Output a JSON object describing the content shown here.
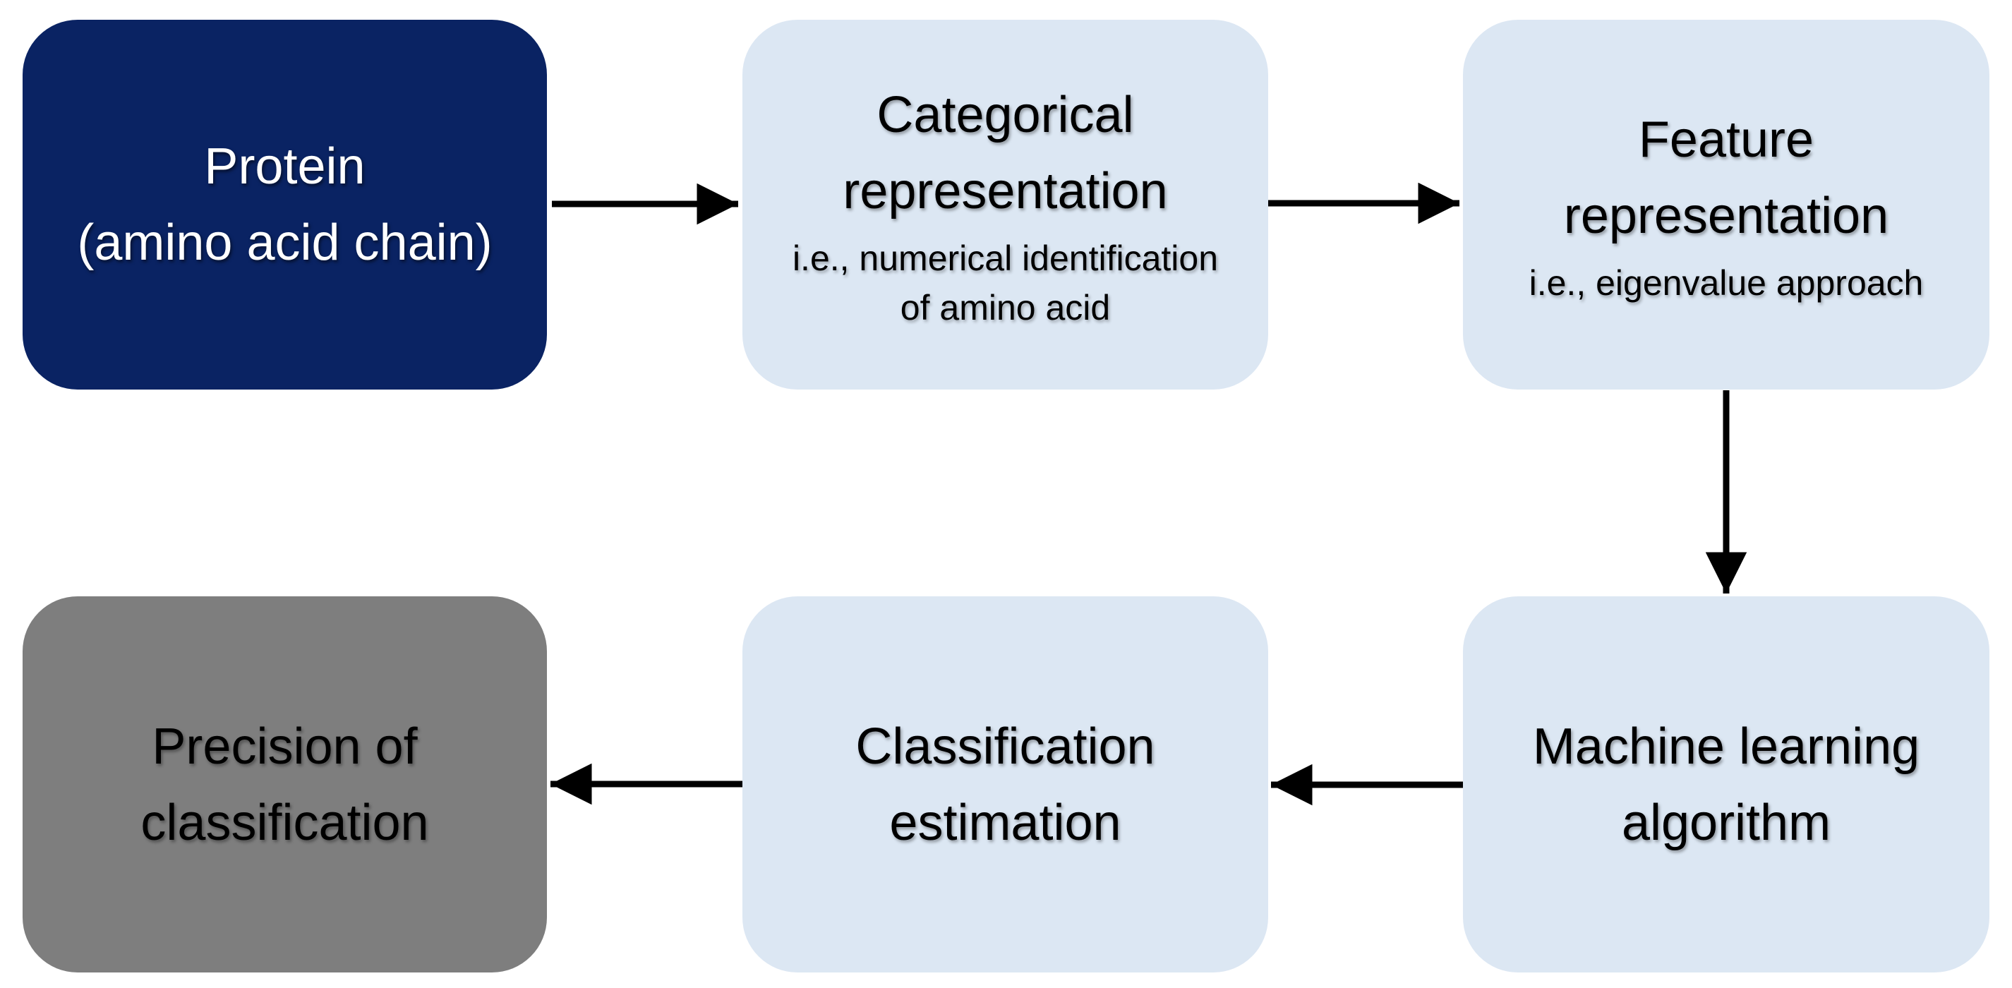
{
  "figure": {
    "type": "flowchart",
    "description": "Protein classification machine-learning pipeline",
    "background": "#ffffff",
    "colors": {
      "input_node": "#0a2363",
      "process_node": "#dce7f3",
      "output_node": "#7e7e7e",
      "arrow": "#000000",
      "text_on_dark": "#ffffff",
      "text_on_light": "#000000"
    },
    "nodes": [
      {
        "id": "protein",
        "title": "Protein\n(amino acid chain)",
        "subtitle": "",
        "style": "input"
      },
      {
        "id": "categorical-representation",
        "title": "Categorical\nrepresentation",
        "subtitle": "i.e., numerical identification\nof amino acid",
        "style": "process"
      },
      {
        "id": "feature-representation",
        "title": "Feature\nrepresentation",
        "subtitle": "i.e., eigenvalue approach",
        "style": "process"
      },
      {
        "id": "machine-learning-algorithm",
        "title": "Machine learning\nalgorithm",
        "subtitle": "",
        "style": "process"
      },
      {
        "id": "classification-estimation",
        "title": "Classification\nestimation",
        "subtitle": "",
        "style": "process"
      },
      {
        "id": "precision-of-classification",
        "title": "Precision of\nclassification",
        "subtitle": "",
        "style": "output"
      }
    ],
    "edges": [
      {
        "from": "protein",
        "to": "categorical-representation",
        "direction": "right"
      },
      {
        "from": "categorical-representation",
        "to": "feature-representation",
        "direction": "right"
      },
      {
        "from": "feature-representation",
        "to": "machine-learning-algorithm",
        "direction": "down"
      },
      {
        "from": "machine-learning-algorithm",
        "to": "classification-estimation",
        "direction": "left"
      },
      {
        "from": "classification-estimation",
        "to": "precision-of-classification",
        "direction": "left"
      }
    ]
  }
}
